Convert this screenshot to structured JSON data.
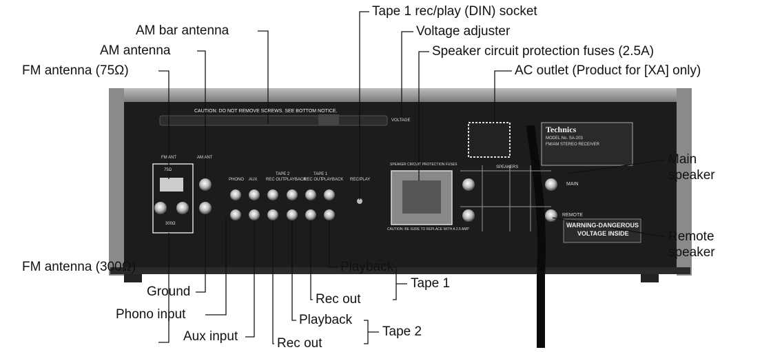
{
  "callouts": {
    "tape1_socket": "Tape 1 rec/play (DIN) socket",
    "am_bar_antenna": "AM bar antenna",
    "voltage_adjuster": "Voltage adjuster",
    "am_antenna": "AM antenna",
    "speaker_fuses": "Speaker circuit protection fuses (2.5A)",
    "fm_antenna_75": "FM antenna (75Ω)",
    "ac_outlet": "AC outlet (Product for [XA] only)",
    "main_speaker_1": "Main",
    "main_speaker_2": "speaker",
    "remote_speaker_1": "Remote",
    "remote_speaker_2": "speaker",
    "fm_antenna_300": "FM antenna (300Ω)",
    "ground": "Ground",
    "phono_input": "Phono input",
    "aux_input": "Aux input",
    "tape1_playback": "Playback",
    "tape1_group": "Tape 1",
    "tape1_rec_out": "Rec out",
    "tape2_playback": "Playback",
    "tape2_group": "Tape 2",
    "tape2_rec_out": "Rec out"
  },
  "panel": {
    "caution_top": "CAUTION: DO NOT REMOVE SCREWS. SEE BOTTOM NOTICE.",
    "fm_ant_label": "FM ANT",
    "fm_ant_ohm": "75Ω",
    "am_ant_label": "AM ANT",
    "fm_300_label": "300Ω",
    "phono": "PHONO",
    "aux": "AUX",
    "tape2": "TAPE 2",
    "tape1": "TAPE 1",
    "rec_out": "REC OUT",
    "playback": "PLAYBACK",
    "rec_play": "REC/PLAY",
    "voltage": "VOLTAGE",
    "fuse_label": "SPEAKER CIRCUIT PROTECTION FUSES",
    "fuse_caution": "CAUTION: BE SURE TO REPLACE WITH A 2.5 AMP",
    "brand": "Technics",
    "model": "MODEL No. SA-203",
    "product": "FM/AM STEREO RECEIVER",
    "speakers": "SPEAKERS",
    "main": "MAIN",
    "remote": "REMOTE",
    "warning_1": "WARNING-DANGEROUS",
    "warning_2": "VOLTAGE INSIDE"
  }
}
